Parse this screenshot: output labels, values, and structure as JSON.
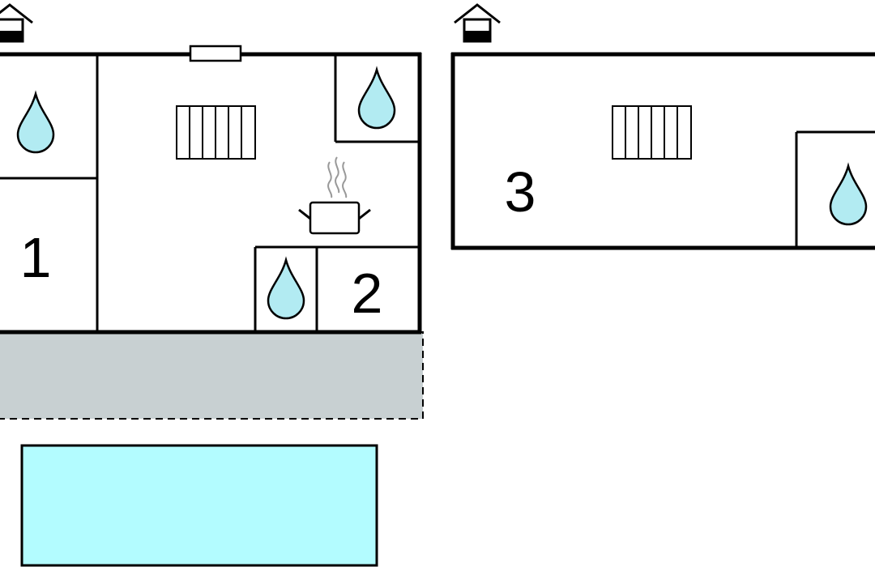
{
  "colors": {
    "background": "#ffffff",
    "line": "#000000",
    "water_drop": "#b2ebf2",
    "terrace": "#c8d0d2",
    "pool": "#b3fcff"
  },
  "rooms": [
    {
      "number": "1"
    },
    {
      "number": "2"
    },
    {
      "number": "3"
    }
  ],
  "icons": {
    "building_entrance": "house-entrance-icon",
    "bathroom": "water-drop-icon",
    "heating": "radiator-icon",
    "kitchen": "cooking-pot-icon",
    "window": "window-icon"
  },
  "areas": {
    "terrace": "terrace",
    "pool": "pool"
  }
}
